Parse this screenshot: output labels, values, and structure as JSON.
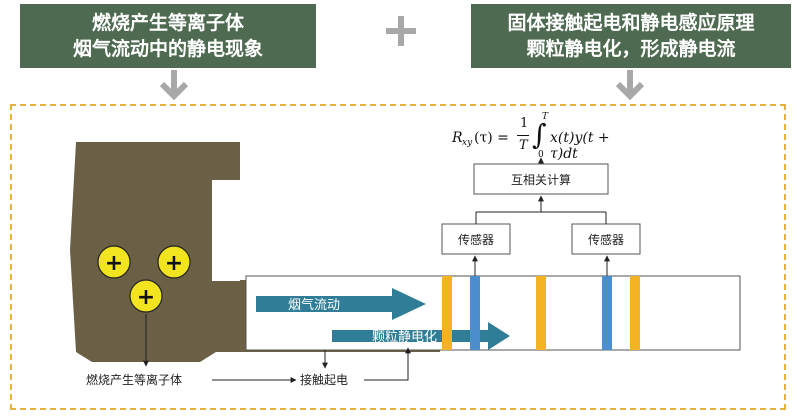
{
  "header_left": {
    "line1": "燃烧产生等离子体",
    "line2": "烟气流动中的静电现象"
  },
  "header_right": {
    "line1": "固体接触起电和静电感应原理",
    "line2": "颗粒静电化，形成静电流"
  },
  "plus_sign": "+",
  "formula": {
    "lhs": "R",
    "lhs_sub": "xy",
    "lhs_arg": "(τ) =",
    "frac_num": "1",
    "frac_den": "T",
    "int_upper": "T",
    "int_lower": "0",
    "integrand": "x(t)y(t + τ)dt"
  },
  "labels": {
    "cross_correlation": "互相关计算",
    "sensor_left": "传感器",
    "sensor_right": "传感器",
    "smoke_flow": "烟气流动",
    "particle_charging": "颗粒静电化",
    "plasma": "燃烧产生等离子体",
    "contact_charging": "接触起电"
  },
  "charges": [
    "+",
    "+",
    "+"
  ],
  "colors": {
    "header_bg": "#4e6a51",
    "chamber": "#6b5f45",
    "charge_fill": "#f2e41e",
    "flow_arrow": "#2f7d96",
    "electrode_orange": "#f4b225",
    "electrode_blue": "#4b8fcf",
    "dashed_frame": "#e8b33a",
    "down_arrow": "#a8a8a8"
  }
}
